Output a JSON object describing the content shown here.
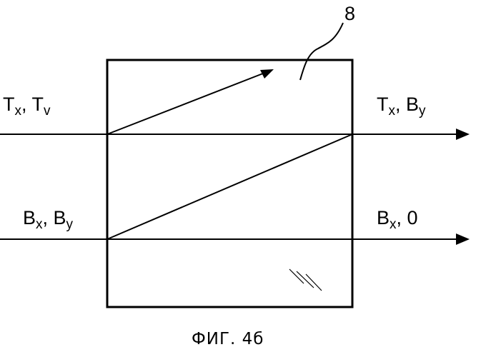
{
  "figure": {
    "reference_numeral": "8",
    "caption": "ФИГ. 4б",
    "labels": {
      "in_top": {
        "a_main": "T",
        "a_sub": "x",
        "sep": ", ",
        "b_main": "T",
        "b_sub": "v"
      },
      "out_top": {
        "a_main": "T",
        "a_sub": "x",
        "sep": ", ",
        "b_main": "B",
        "b_sub": "y"
      },
      "in_bot": {
        "a_main": "B",
        "a_sub": "x",
        "sep": ", ",
        "b_main": "B",
        "b_sub": "y"
      },
      "out_bot": {
        "a_main": "B",
        "a_sub": "x",
        "sep": ", ",
        "b_main": "0"
      }
    }
  }
}
